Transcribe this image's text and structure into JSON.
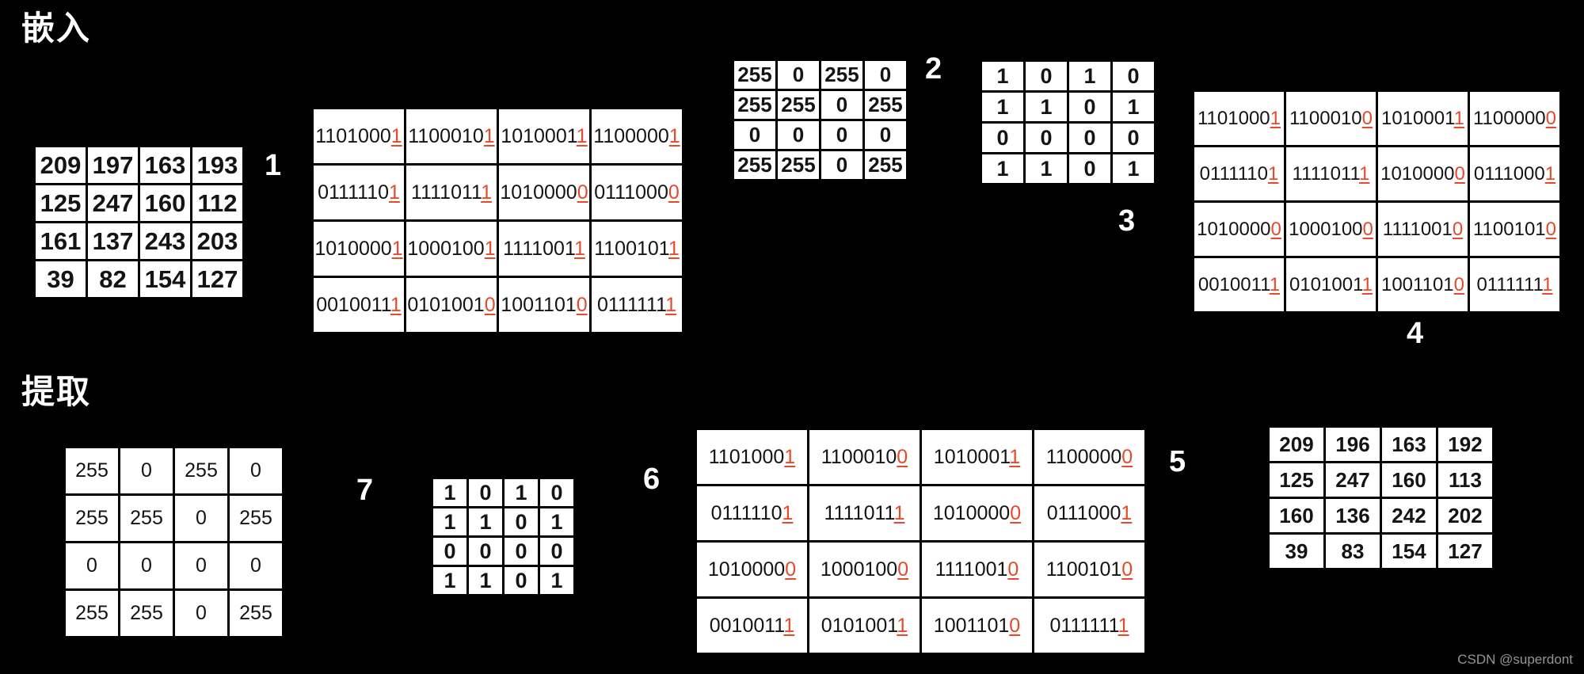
{
  "page": {
    "background": "#000000",
    "accent_red": "#E8492B",
    "watermark_credit": "CSDN @superdont"
  },
  "sections": {
    "embed_title": "嵌入",
    "extract_title": "提取"
  },
  "matrices": {
    "original_pixels": {
      "label": "1",
      "kind": "decimal",
      "rows": [
        [
          209,
          197,
          163,
          193
        ],
        [
          125,
          247,
          160,
          112
        ],
        [
          161,
          137,
          243,
          203
        ],
        [
          39,
          82,
          154,
          127
        ]
      ]
    },
    "original_binary": {
      "label": "",
      "kind": "binary",
      "highlight_last_bit": true,
      "rows": [
        [
          "11010001",
          "11000101",
          "10100011",
          "11000001"
        ],
        [
          "01111101",
          "11110111",
          "10100000",
          "01110000"
        ],
        [
          "10100001",
          "10001001",
          "11110011",
          "11001011"
        ],
        [
          "00100111",
          "01010010",
          "10011010",
          "01111111"
        ]
      ]
    },
    "watermark_pixels": {
      "label": "2",
      "kind": "decimal",
      "rows": [
        [
          255,
          0,
          255,
          0
        ],
        [
          255,
          255,
          0,
          255
        ],
        [
          0,
          0,
          0,
          0
        ],
        [
          255,
          255,
          0,
          255
        ]
      ]
    },
    "watermark_bits": {
      "label": "3",
      "kind": "bits",
      "rows": [
        [
          1,
          0,
          1,
          0
        ],
        [
          1,
          1,
          0,
          1
        ],
        [
          0,
          0,
          0,
          0
        ],
        [
          1,
          1,
          0,
          1
        ]
      ]
    },
    "stego_binary": {
      "label": "4",
      "kind": "binary",
      "highlight_last_bit": true,
      "rows": [
        [
          "11010001",
          "11000100",
          "10100011",
          "11000000"
        ],
        [
          "01111101",
          "11110111",
          "10100000",
          "01110001"
        ],
        [
          "10100000",
          "10001000",
          "11110010",
          "11001010"
        ],
        [
          "00100111",
          "01010011",
          "10011010",
          "01111111"
        ]
      ]
    },
    "extracted_image": {
      "label": "7",
      "kind": "decimal",
      "rows": [
        [
          255,
          0,
          255,
          0
        ],
        [
          255,
          255,
          0,
          255
        ],
        [
          0,
          0,
          0,
          0
        ],
        [
          255,
          255,
          0,
          255
        ]
      ]
    },
    "extracted_bits": {
      "label": "6",
      "kind": "bits",
      "rows": [
        [
          1,
          0,
          1,
          0
        ],
        [
          1,
          1,
          0,
          1
        ],
        [
          0,
          0,
          0,
          0
        ],
        [
          1,
          1,
          0,
          1
        ]
      ]
    },
    "stego_binary_extract": {
      "label": "5",
      "kind": "binary",
      "highlight_last_bit": true,
      "rows": [
        [
          "11010001",
          "11000100",
          "10100011",
          "11000000"
        ],
        [
          "01111101",
          "11110111",
          "10100000",
          "01110001"
        ],
        [
          "10100000",
          "10001000",
          "11110010",
          "11001010"
        ],
        [
          "00100111",
          "01010011",
          "10011010",
          "01111111"
        ]
      ]
    },
    "recovered_pixels": {
      "label": "",
      "kind": "decimal",
      "rows": [
        [
          209,
          196,
          163,
          192
        ],
        [
          125,
          247,
          160,
          113
        ],
        [
          160,
          136,
          242,
          202
        ],
        [
          39,
          83,
          154,
          127
        ]
      ]
    }
  }
}
